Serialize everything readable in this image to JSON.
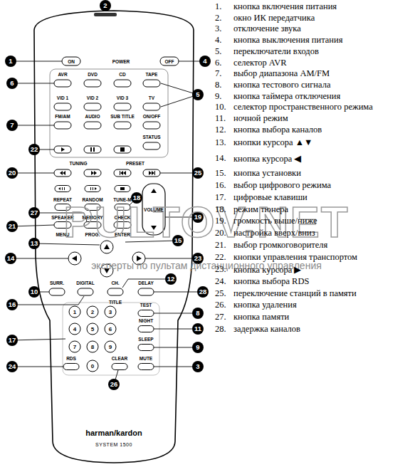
{
  "diagram": {
    "nodes": [
      {
        "text": [
          "2"
        ]
      },
      {
        "text": [
          "1"
        ]
      },
      {
        "text": [
          "4"
        ]
      },
      {
        "text": [
          "6"
        ]
      },
      {
        "text": [
          "5"
        ]
      },
      {
        "text": [
          "7"
        ]
      },
      {
        "text": [
          "22"
        ]
      },
      {
        "text": [
          "20"
        ]
      },
      {
        "text": [
          "25"
        ]
      },
      {
        "text": [
          "18"
        ]
      },
      {
        "text": [
          "27"
        ]
      },
      {
        "text": [
          "19"
        ]
      },
      {
        "text": [
          "21"
        ]
      },
      {
        "text": [
          "15"
        ]
      },
      {
        "text": [
          "13"
        ]
      },
      {
        "text": [
          "14"
        ]
      },
      {
        "text": [
          "23"
        ]
      },
      {
        "text": [
          "12"
        ]
      },
      {
        "text": [
          "10"
        ]
      },
      {
        "text": [
          "28"
        ]
      },
      {
        "text": [
          "16"
        ]
      },
      {
        "text": [
          "8"
        ]
      },
      {
        "text": [
          "11"
        ]
      },
      {
        "text": [
          "17"
        ]
      },
      {
        "text": [
          "9"
        ]
      },
      {
        "text": [
          "24"
        ]
      },
      {
        "text": [
          "3"
        ]
      },
      {
        "text": [
          "26"
        ]
      }
    ],
    "labels": [
      "ON",
      "POWER",
      "OFF",
      "AVR",
      "DVD",
      "CD",
      "TAPE",
      "VID 1",
      "VID 2",
      "VID 3",
      "TV",
      "FM/AM",
      "AUDIO",
      "SUB TITLE",
      "ON/OFF",
      "STATUS",
      "TUNING",
      "PRESET",
      "REPEAT",
      "RANDOM",
      "TUNE-M",
      "SPEAKER",
      "MEMORY",
      "CHECK",
      "VOLUME",
      "MENU",
      "PROG.",
      "ENTER",
      "SURR.",
      "DIGITAL",
      "CH.",
      "DELAY",
      "TITLE",
      "TEST",
      "1",
      "2",
      "3",
      "NIGHT",
      "4",
      "5",
      "6",
      "7",
      "8",
      "9",
      "SLEEP",
      "RDS",
      "0",
      "CLEAR",
      "MUTE",
      "harman/kardon",
      "SYSTEM 1500",
      "PULTOV.NET",
      "эксперты по пультам дистанционного управления",
      "1.",
      "кнопка включения питания",
      "2.",
      "окно ИК передатчика",
      "3.",
      "отключение звука",
      "4.",
      "кнопка выключения питания",
      "5.",
      "переключатели входов",
      "6.",
      "селектор AVR",
      "7.",
      "выбор диапазона AM/FM",
      "8.",
      "кнопка тестового сигнала",
      "9.",
      "кнопка таймера отключения",
      "10.",
      "селектор пространственного режима",
      "11.",
      "ночной режим",
      "12.",
      "кнопка выбора каналов",
      "13.",
      "кнопки курсора ▲▼",
      "14.",
      "кнопка курсора ◀",
      "15.",
      "кнопка установки",
      "16.",
      "выбор цифрового режима",
      "17.",
      "цифровые клавиши",
      "18.",
      "режим тюнера",
      "19.",
      "громкость выше/ниже",
      "20.",
      "настройка вверх/вниз",
      "21.",
      "выбор громкоговорителя",
      "22.",
      "кнопки управления транспортом",
      "23.",
      "кнопка курсора ▶",
      "24.",
      "кнопка выбора RDS",
      "25.",
      "переключение станций в памяти",
      "26.",
      "кнопка удаления",
      "27.",
      "кнопка памяти",
      "28.",
      "задержка каналов"
    ]
  }
}
